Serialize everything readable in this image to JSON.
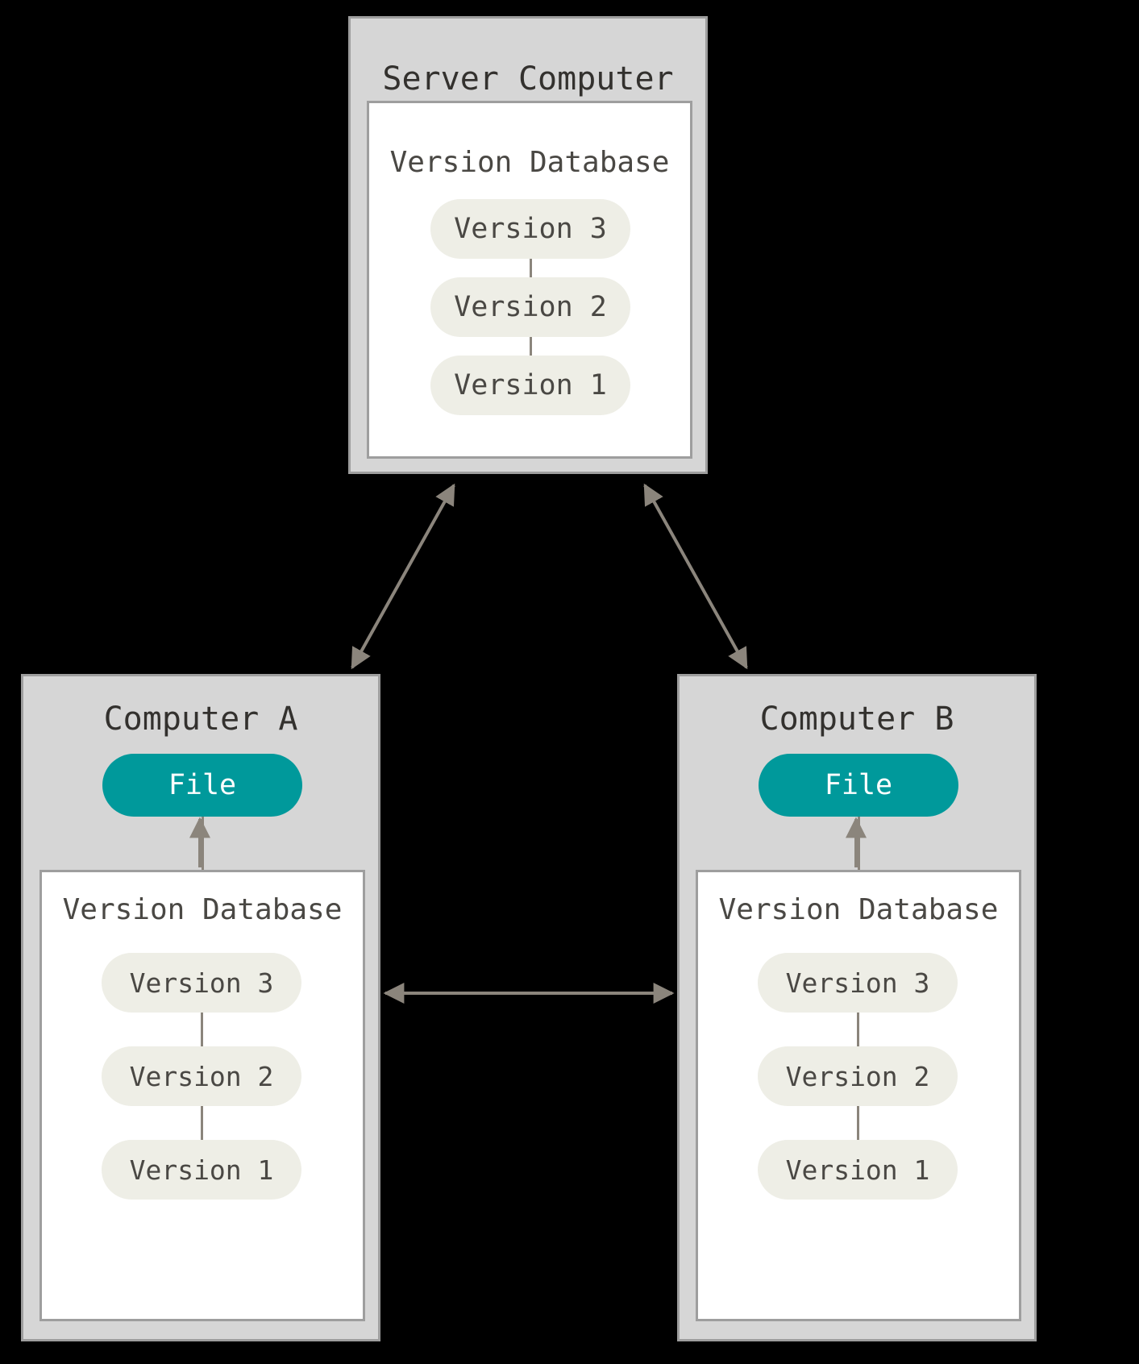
{
  "diagram": {
    "type": "centralized-version-control-architecture",
    "background_color": "#000000",
    "accent_color": "#00999b",
    "pill_color": "#eeeee6",
    "panel_color": "#d6d6d6",
    "line_color": "#8b857c"
  },
  "server": {
    "title": "Server Computer",
    "database": {
      "title": "Version Database",
      "versions": [
        {
          "label": "Version 3"
        },
        {
          "label": "Version 2"
        },
        {
          "label": "Version 1"
        }
      ]
    }
  },
  "computer_a": {
    "title": "Computer A",
    "file": {
      "label": "File"
    },
    "database": {
      "title": "Version Database",
      "versions": [
        {
          "label": "Version 3"
        },
        {
          "label": "Version 2"
        },
        {
          "label": "Version 1"
        }
      ]
    }
  },
  "computer_b": {
    "title": "Computer B",
    "file": {
      "label": "File"
    },
    "database": {
      "title": "Version Database",
      "versions": [
        {
          "label": "Version 3"
        },
        {
          "label": "Version 2"
        },
        {
          "label": "Version 1"
        }
      ]
    }
  },
  "connections": [
    {
      "name": "server-to-computer-a",
      "style": "double-arrow",
      "label": ""
    },
    {
      "name": "server-to-computer-b",
      "style": "double-arrow",
      "label": ""
    },
    {
      "name": "computer-a-to-computer-b",
      "style": "double-arrow",
      "label": ""
    },
    {
      "name": "db-a-to-file-a",
      "style": "single-arrow",
      "label": ""
    },
    {
      "name": "db-b-to-file-b",
      "style": "single-arrow",
      "label": ""
    }
  ]
}
